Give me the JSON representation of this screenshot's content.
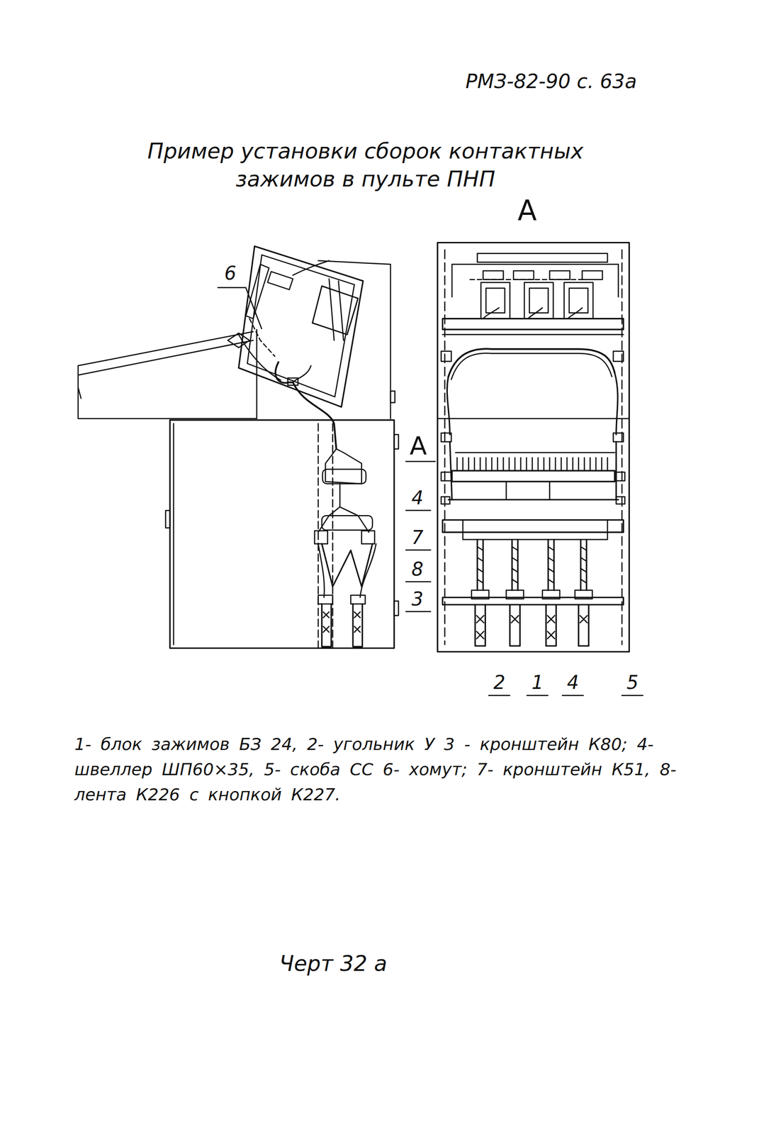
{
  "diagram": {
    "title": "Пример установки сборок контактных зажимов в пульте ПНП",
    "caption": "Черт 32 а",
    "labels": [
      "РМЗ-82-90 с. 63а",
      "А",
      "6",
      "А",
      "4",
      "7",
      "8",
      "3",
      "2",
      "1",
      "4",
      "5",
      "1- блок зажимов БЗ 24, 2- угольник У 3 - кронштейн К80; 4- швеллер ШП60×35, 5- скоба СС 6- хомут; 7- кронштейн К51, 8- лента К226 с кнопкой К227."
    ]
  }
}
